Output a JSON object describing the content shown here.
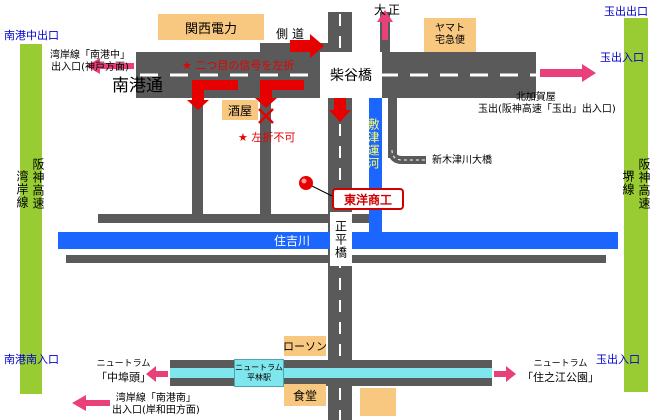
{
  "title": {
    "name": "東洋商工"
  },
  "colors": {
    "expressway_green": "#99cc33",
    "road_gray": "#5a5a5a",
    "river_blue": "#1a66ff",
    "tram_cyan": "#7fe6ee",
    "landmark_orange": "#f8c880",
    "arrow_pink": "#e8407a",
    "arrow_red": "#e60000",
    "pin_red": "#e60000"
  },
  "map": {
    "exits": {
      "nanko_naka_top_left": "南港中出口",
      "tamade_exit_top_right": "玉出出口",
      "nanko_minami_bottom_left": "南港南入口",
      "tamade_entrance_bottom_right": "玉出入口",
      "tamade_entrance_right": "玉出入口"
    },
    "expressways": {
      "left": "阪神湾岸線",
      "left_col1": "阪神高速",
      "left_col2": "湾岸線",
      "right_col1": "阪神高速",
      "right_col2": "堺線"
    },
    "roads": {
      "nanko_dori": "南港通",
      "sokudo": "側道",
      "taisho": "大正",
      "shibatani_bridge": "柴谷橋",
      "shitsu_canal": "敷津運河",
      "suminoe_river": "住吉川",
      "shohira_bridge": "正平橋",
      "shinkizugawa_bridge": "新木津川大橋"
    },
    "landmarks": {
      "kansai_electric": "関西電力",
      "yamato_line1": "ヤマト",
      "yamato_line2": "宅急便",
      "sakaya": "酒屋",
      "lawson": "ローソン",
      "shokudo": "食堂",
      "tram_station_line1": "ニュートラム",
      "tram_station_line2": "平林駅"
    },
    "notes": {
      "second_signal_left": "★ 二つ目の信号を左折",
      "no_left_turn": "★ 左折不可"
    },
    "route_labels": {
      "wangan_nanko_naka_line1": "湾岸線「南港中」",
      "wangan_nanko_naka_line2": "出入口(神戸方面)",
      "kitakagaya_line1": "北加賀屋",
      "kitakagaya_line2": "玉出(阪神高速「玉出」出入口)",
      "tram_left_line1": "ニュートラム",
      "tram_left_line2": "「中埠頭」",
      "tram_right_line1": "ニュートラム",
      "tram_right_line2": "「住之江公園」",
      "wangan_nanko_minami_line1": "湾岸線「南港南」",
      "wangan_nanko_minami_line2": "出入口(岸和田方面)"
    },
    "destination": "東洋商工"
  }
}
